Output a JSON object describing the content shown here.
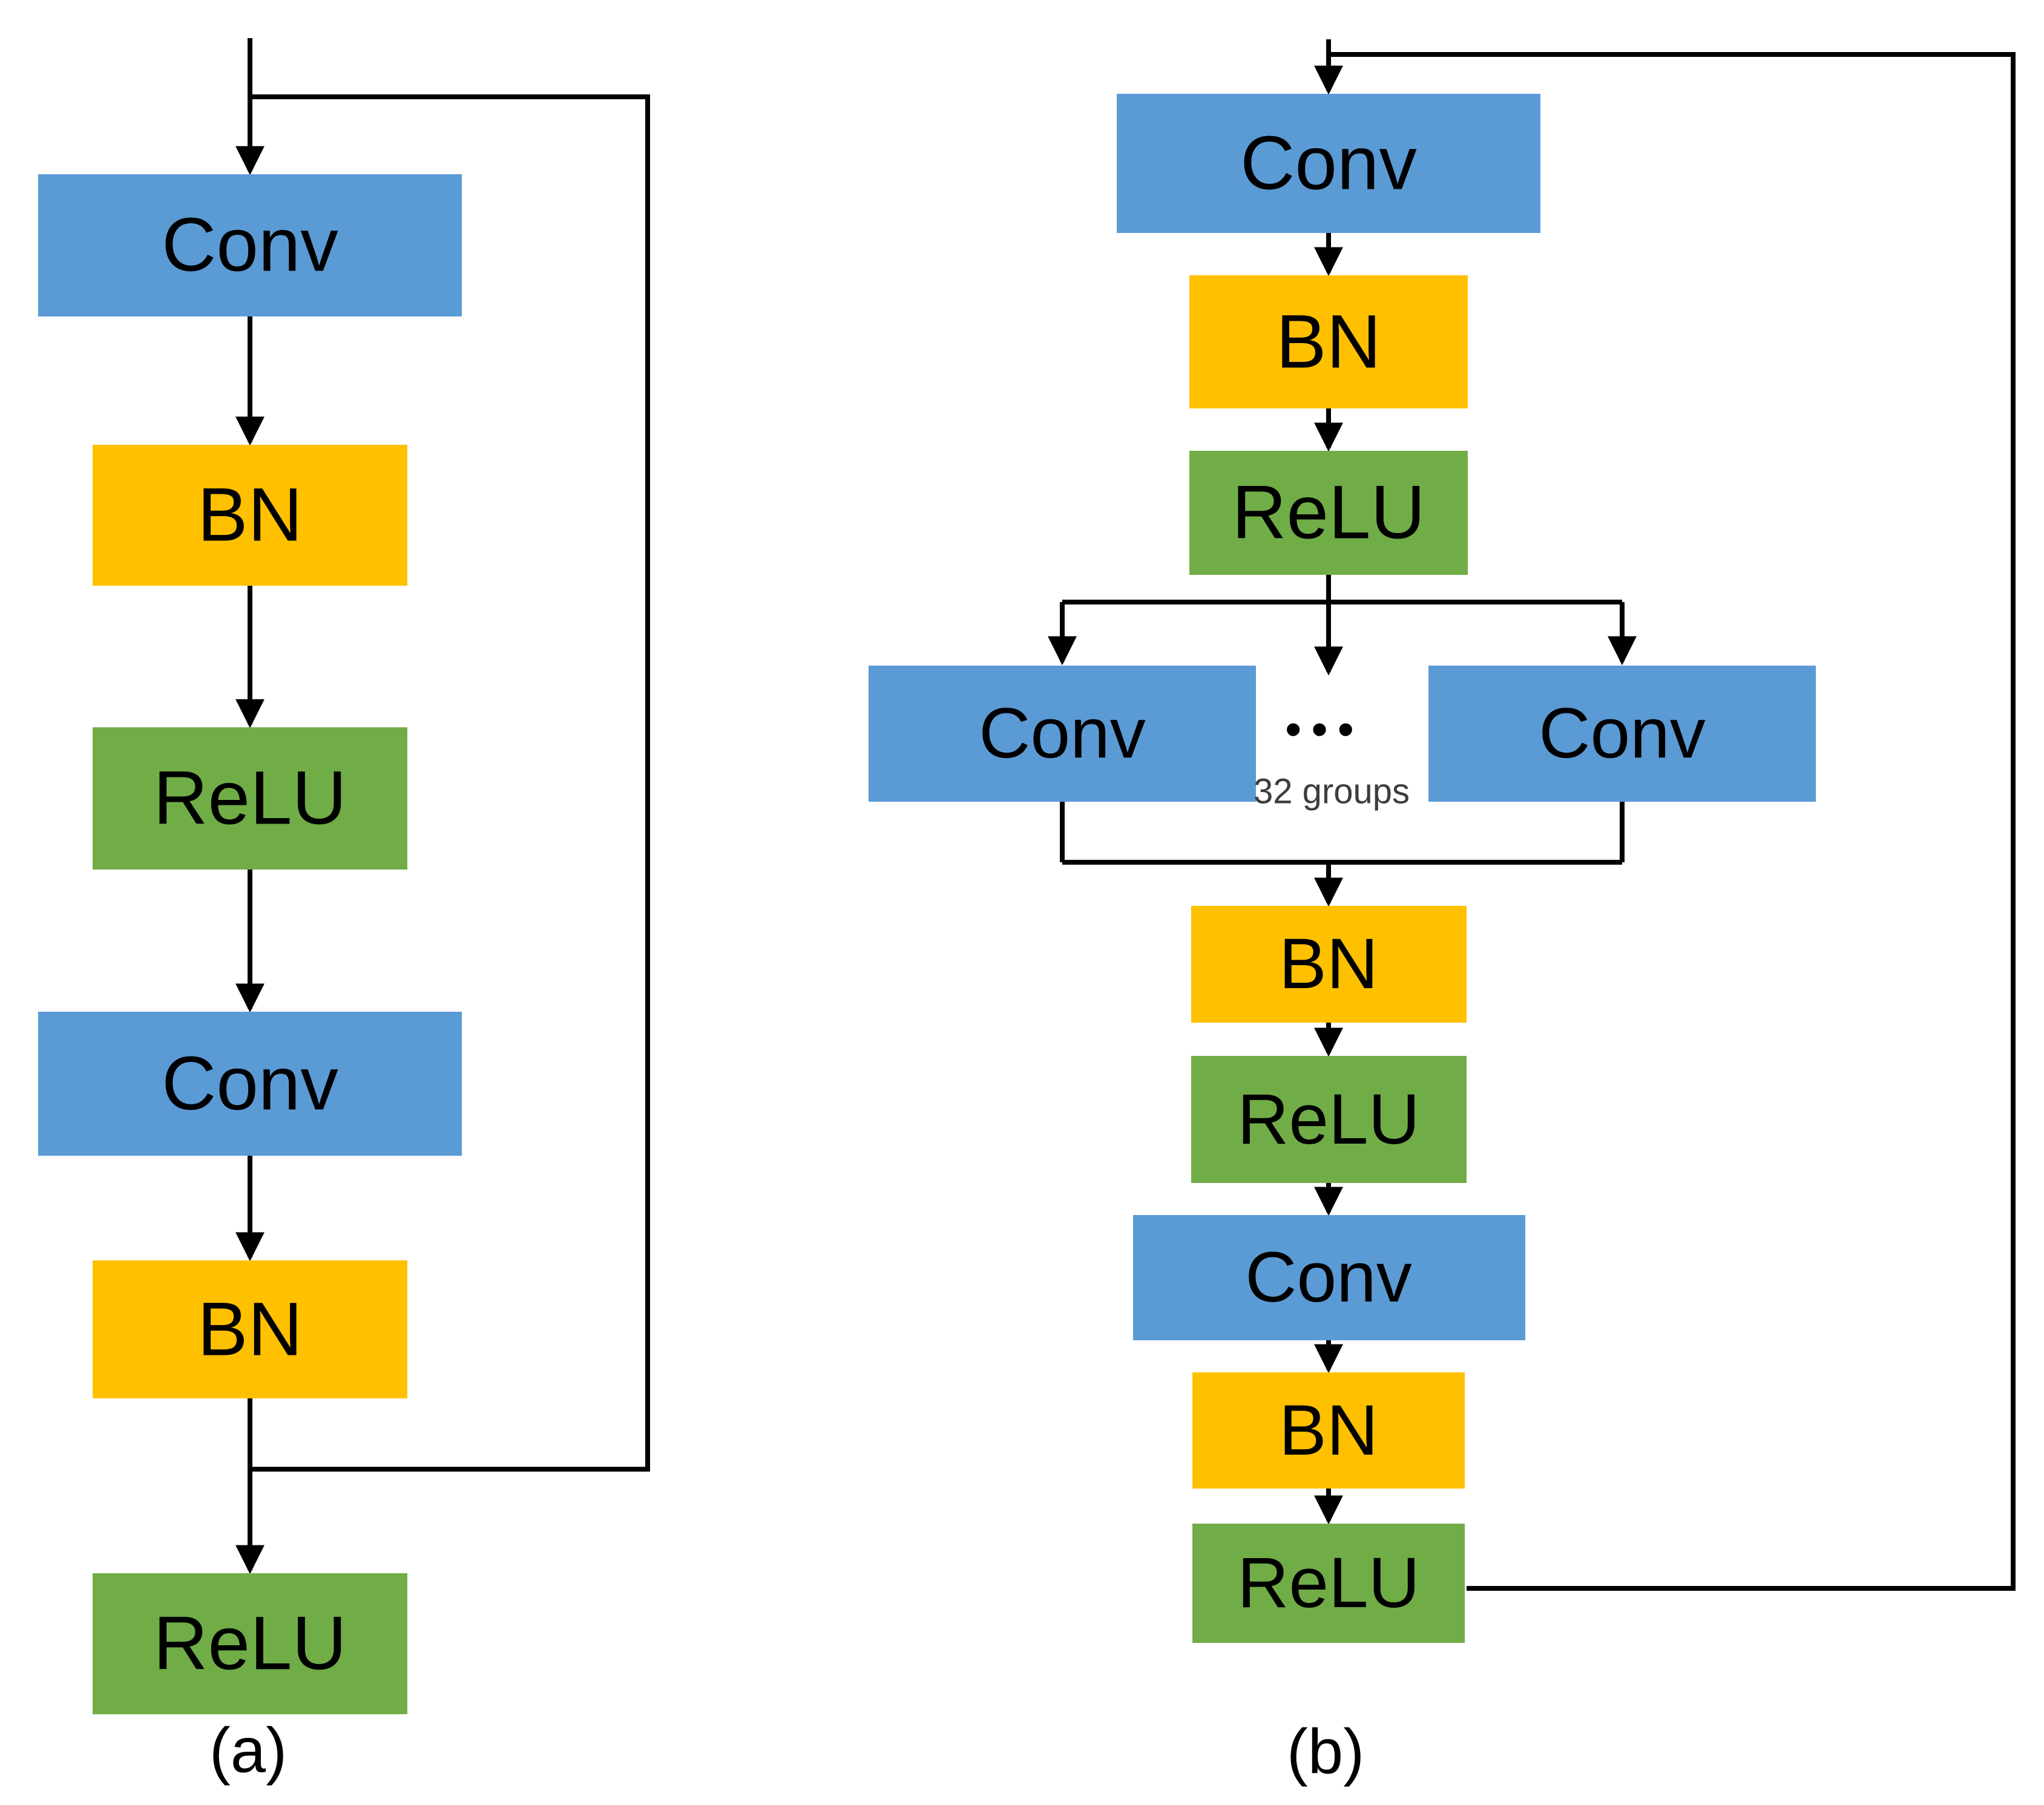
{
  "colors": {
    "conv_fill": "#5B9BD5",
    "bn_fill": "#FFC000",
    "relu_fill": "#70AD47",
    "line": "#000000"
  },
  "panel_a": {
    "caption": "(a)",
    "blocks": [
      "Conv",
      "BN",
      "ReLU",
      "Conv",
      "BN",
      "ReLU"
    ]
  },
  "panel_b": {
    "caption": "(b)",
    "pre_blocks": [
      "Conv",
      "BN",
      "ReLU"
    ],
    "group": {
      "left_block": "Conv",
      "right_block": "Conv",
      "dots": "•••",
      "caption": "32 groups"
    },
    "post_blocks": [
      "BN",
      "ReLU",
      "Conv",
      "BN",
      "ReLU"
    ]
  }
}
